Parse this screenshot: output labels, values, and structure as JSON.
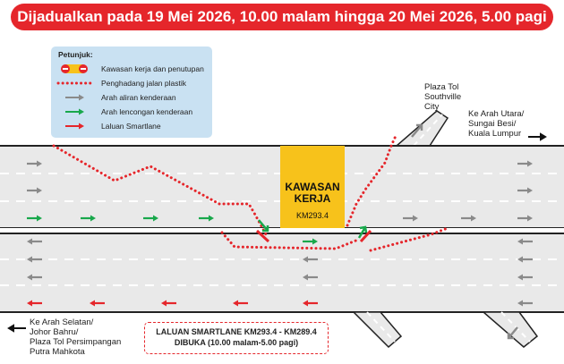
{
  "banner": {
    "text": "Dijadualkan pada 19 Mei 2026, 10.00 malam hingga 20 Mei 2026, 5.00 pagi"
  },
  "legend": {
    "title": "Petunjuk:",
    "items": [
      {
        "label": "Kawasan kerja dan penutupan",
        "icon": "closure-icon"
      },
      {
        "label": "Penghadang jalan plastik",
        "icon": "plastic-barrier-icon"
      },
      {
        "label": "Arah aliran kenderaan",
        "icon": "traffic-flow-arrow-icon"
      },
      {
        "label": "Arah lencongan kenderaan",
        "icon": "diversion-arrow-icon"
      },
      {
        "label": "Laluan Smartlane",
        "icon": "smartlane-arrow-icon"
      }
    ]
  },
  "labels": {
    "plaza_southville": [
      "Plaza Tol",
      "Southville",
      "City"
    ],
    "north": [
      "Ke Arah Utara/",
      "Sungai Besi/",
      "Kuala Lumpur"
    ],
    "south": [
      "Ke Arah Selatan/",
      "Johor Bahru/",
      "Plaza Tol Persimpangan",
      "Putra Mahkota"
    ]
  },
  "work_zone": {
    "title_line1": "KAWASAN",
    "title_line2": "KERJA",
    "km": "KM293.4"
  },
  "smartlane_note": {
    "line1": "LALUAN SMARTLANE KM293.4 - KM289.4",
    "line2": "DIBUKA (10.00 malam-5.00 pagi)"
  },
  "colors": {
    "banner": "#e5262b",
    "legend_bg": "#c9e1f2",
    "work_zone": "#f7c21b",
    "road": "#e9e9e9",
    "barrier": "#e5262b",
    "flow_arrow": "#8a8a8a",
    "diversion_arrow": "#18a84b",
    "smartlane_arrow": "#e5262b"
  }
}
